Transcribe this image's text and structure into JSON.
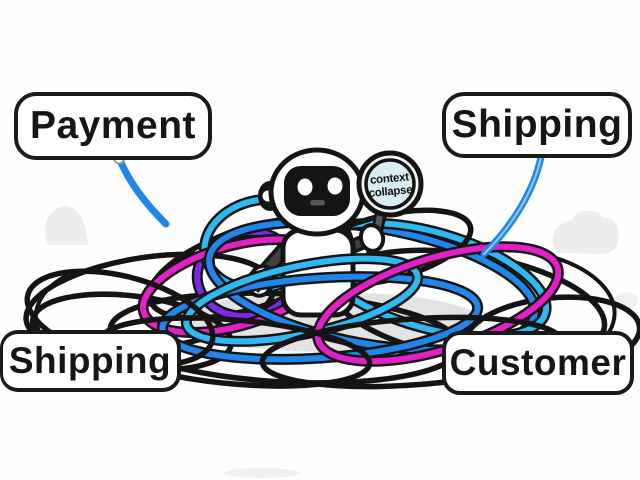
{
  "scene": {
    "description": "Cartoon robot tangled in wires, inspecting them with a magnifying glass",
    "background": "#fefefe"
  },
  "labels": {
    "top_left": "Payment",
    "top_right": "Shipping",
    "bottom_left": "Shipping",
    "bottom_right": "Customer"
  },
  "magnifier": {
    "line1": "context",
    "line2": "collapse",
    "lens_color": "#d8ecf2"
  },
  "colors": {
    "wire_black": "#141414",
    "wire_blue": "#2186eb",
    "wire_cyan": "#2fb9f2",
    "wire_magenta": "#e31fc6",
    "wire_purple": "#7a2be0",
    "outline": "#141414",
    "blob_gray": "#ededed",
    "shadow_gray": "#e3e3e3"
  }
}
